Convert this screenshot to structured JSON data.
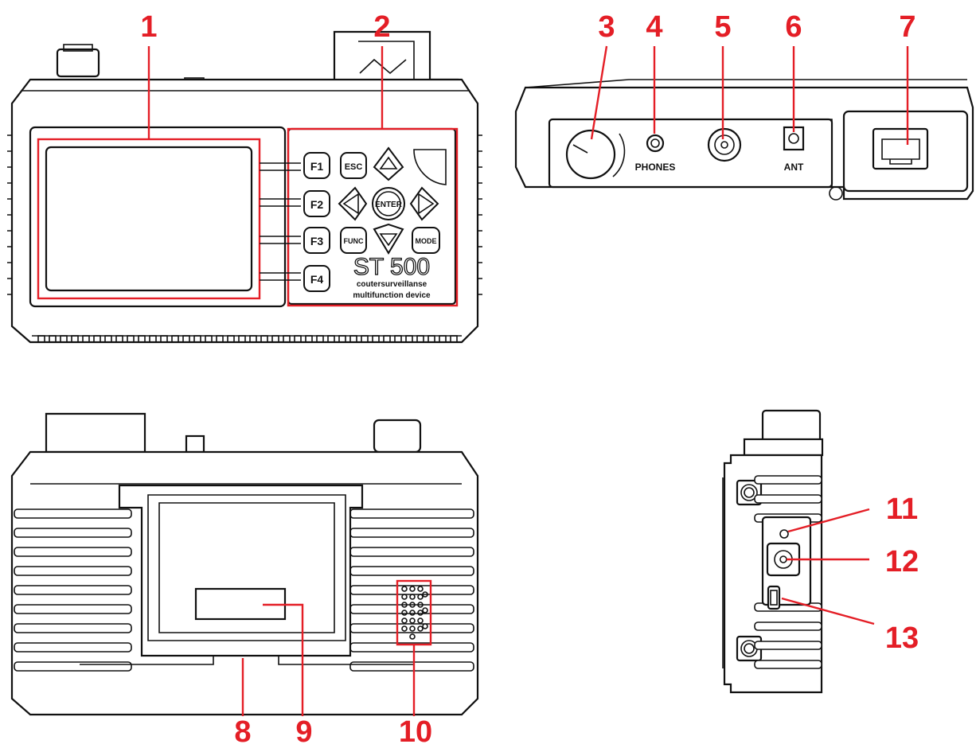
{
  "callouts": [
    "1",
    "2",
    "3",
    "4",
    "5",
    "6",
    "7",
    "8",
    "9",
    "10",
    "11",
    "12",
    "13"
  ],
  "keypad": {
    "f1": "F1",
    "esc": "ESC",
    "f2": "F2",
    "enter": "ENTER",
    "f3": "F3",
    "func": "FUNC",
    "mode": "MODE",
    "f4": "F4"
  },
  "device": {
    "model": "ST 500",
    "line1": "coutersurveillanse",
    "line2": "multifunction device"
  },
  "top_panel": {
    "phones": "PHONES",
    "ant": "ANT"
  },
  "colors": {
    "callout": "#e41e26",
    "outline": "#111111"
  }
}
